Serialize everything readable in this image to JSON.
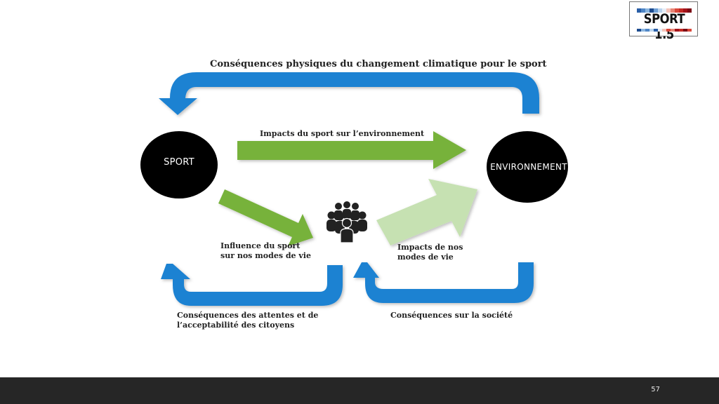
{
  "logo": {
    "text": "SPORT 1.5"
  },
  "diagram": {
    "top_arrow_label": "Conséquences physiques du changement climatique pour le sport",
    "sport_env_arrow_label": "Impacts du sport sur l’environnement",
    "influence_label": "Influence du sport\nsur nos modes de vie",
    "impacts_modes_label": "Impacts de nos\nmodes de vie",
    "attentes_label": "Conséquences des attentes et de\nl’acceptabilité des citoyens",
    "societe_label": "Conséquences sur la société",
    "nodes": {
      "sport": "SPORT",
      "environnement": "ENVIRONNEMENT"
    },
    "colors": {
      "blue_arrow": "#1f82d2",
      "green_arrow": "#77b23a",
      "light_green_arrow": "#c6e1b2",
      "node_fill": "#000000",
      "people_icon": "#222222"
    },
    "people_icon": "group-of-people-icon"
  },
  "footer": {
    "page_number": "57"
  }
}
